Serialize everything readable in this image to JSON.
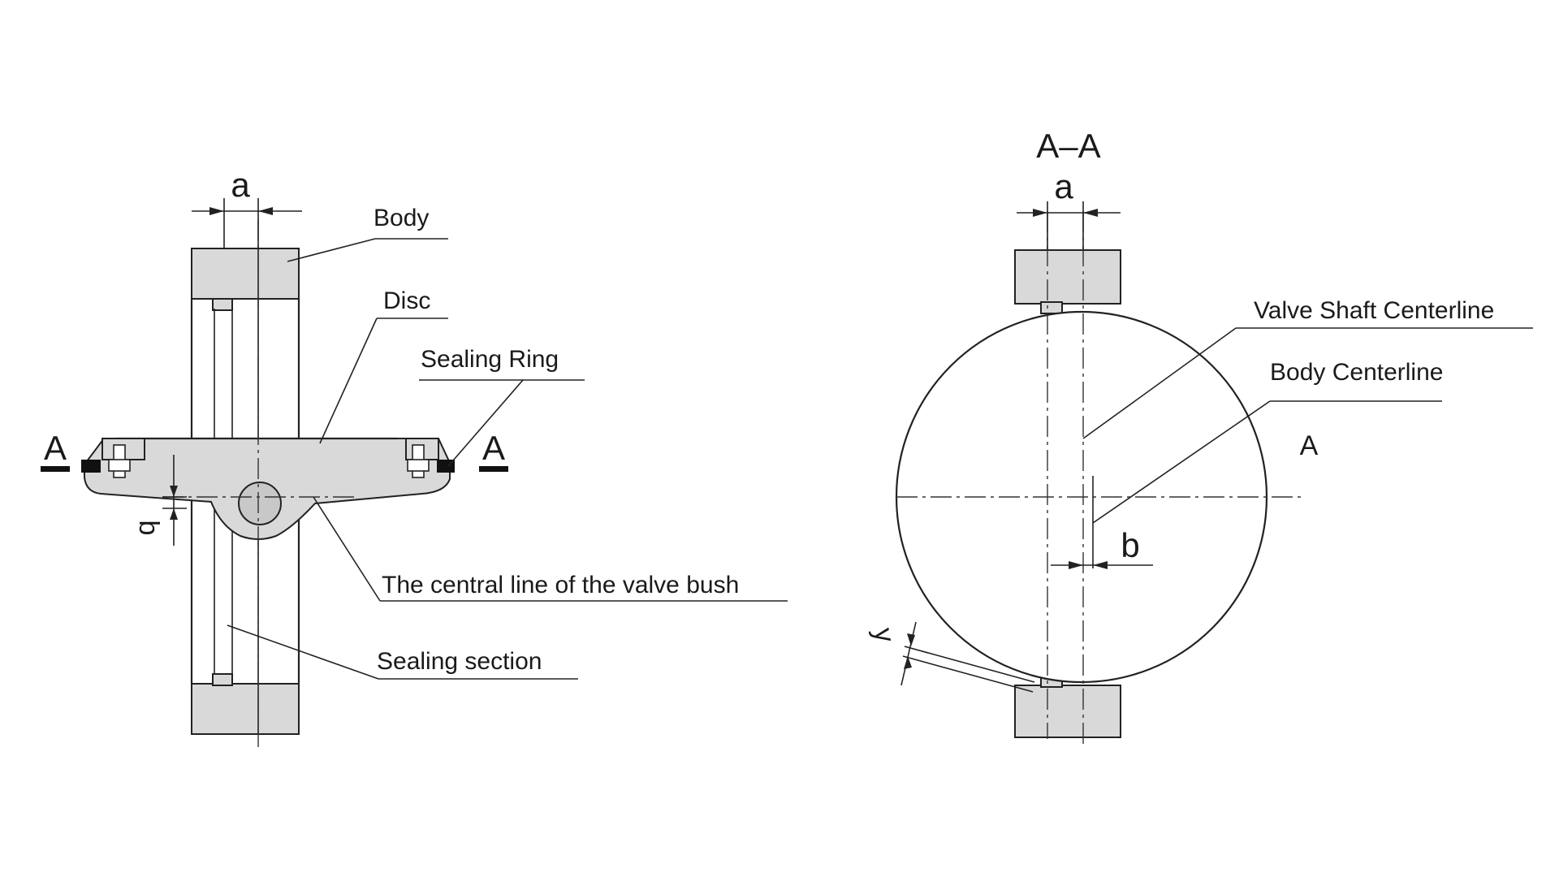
{
  "left_view": {
    "dim_a": "a",
    "dim_b": "b",
    "section_mark_left": "A",
    "section_mark_right": "A",
    "labels": {
      "body": "Body",
      "disc": "Disc",
      "sealing_ring": "Sealing Ring",
      "central_line": "The central line of the valve bush",
      "sealing_section": "Sealing section"
    }
  },
  "right_view": {
    "section_title": "A–A",
    "dim_a": "a",
    "dim_b": "b",
    "dim_y": "y",
    "marker_a": "A",
    "labels": {
      "valve_shaft_centerline": "Valve Shaft Centerline",
      "body_centerline": "Body Centerline"
    }
  }
}
